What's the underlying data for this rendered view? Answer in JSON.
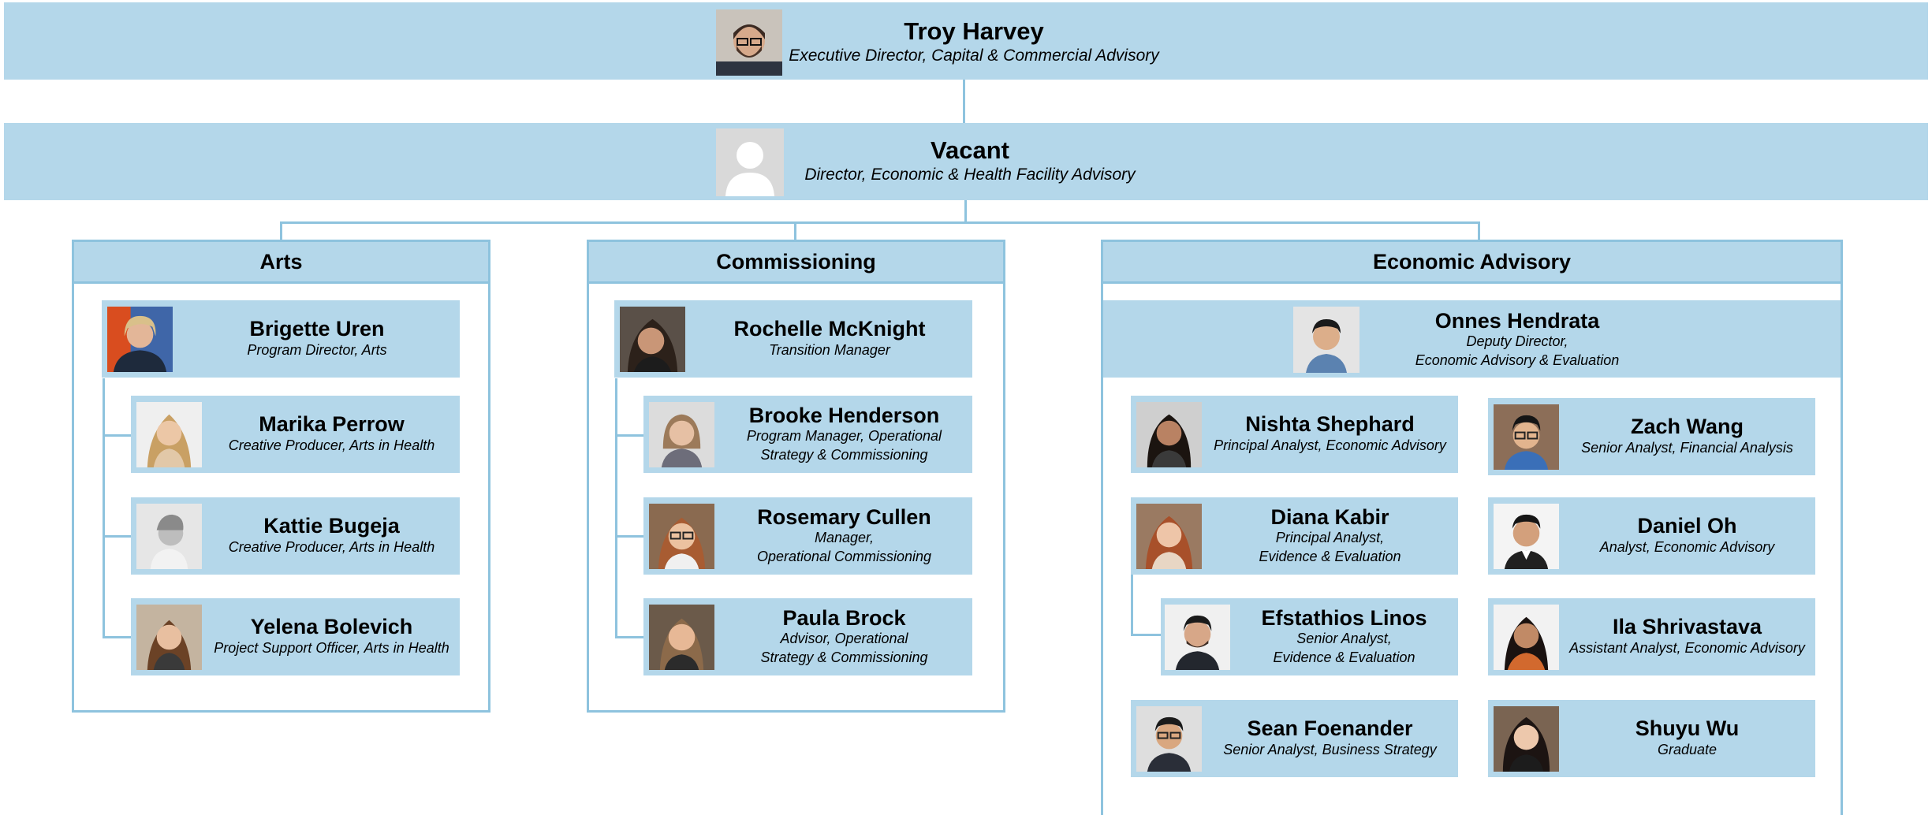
{
  "top": {
    "name": "Troy Harvey",
    "title": "Executive Director, Capital & Commercial Advisory"
  },
  "second": {
    "name": "Vacant",
    "title": "Director, Economic & Health Facility Advisory"
  },
  "groups": {
    "arts": {
      "label": "Arts",
      "lead": {
        "name": "Brigette Uren",
        "title": "Program Director, Arts"
      },
      "members": [
        {
          "name": "Marika Perrow",
          "title": "Creative Producer, Arts in Health"
        },
        {
          "name": "Kattie Bugeja",
          "title": "Creative Producer, Arts in Health"
        },
        {
          "name": "Yelena Bolevich",
          "title": "Project Support Officer, Arts in Health"
        }
      ]
    },
    "commissioning": {
      "label": "Commissioning",
      "lead": {
        "name": "Rochelle McKnight",
        "title": "Transition Manager"
      },
      "members": [
        {
          "name": "Brooke Henderson",
          "title": "Program Manager, Operational\nStrategy & Commissioning"
        },
        {
          "name": "Rosemary Cullen",
          "title": "Manager,\nOperational Commissioning"
        },
        {
          "name": "Paula Brock",
          "title": "Advisor, Operational\nStrategy & Commissioning"
        }
      ]
    },
    "economic": {
      "label": "Economic Advisory",
      "lead": {
        "name": "Onnes Hendrata",
        "title": "Deputy Director,\nEconomic Advisory & Evaluation"
      },
      "left": [
        {
          "name": "Nishta Shephard",
          "title": "Principal Analyst, Economic Advisory"
        },
        {
          "name": "Diana Kabir",
          "title": "Principal Analyst,\nEvidence & Evaluation"
        },
        {
          "name": "Efstathios Linos",
          "title": "Senior Analyst,\nEvidence & Evaluation"
        },
        {
          "name": "Sean Foenander",
          "title": "Senior Analyst, Business Strategy"
        }
      ],
      "right": [
        {
          "name": "Zach Wang",
          "title": "Senior Analyst, Financial Analysis"
        },
        {
          "name": "Daniel Oh",
          "title": "Analyst, Economic Advisory"
        },
        {
          "name": "Ila Shrivastava",
          "title": "Assistant Analyst, Economic Advisory"
        },
        {
          "name": "Shuyu Wu",
          "title": "Graduate"
        }
      ]
    }
  },
  "colors": {
    "band": "#b4d7ea",
    "border": "#8ec3de"
  }
}
